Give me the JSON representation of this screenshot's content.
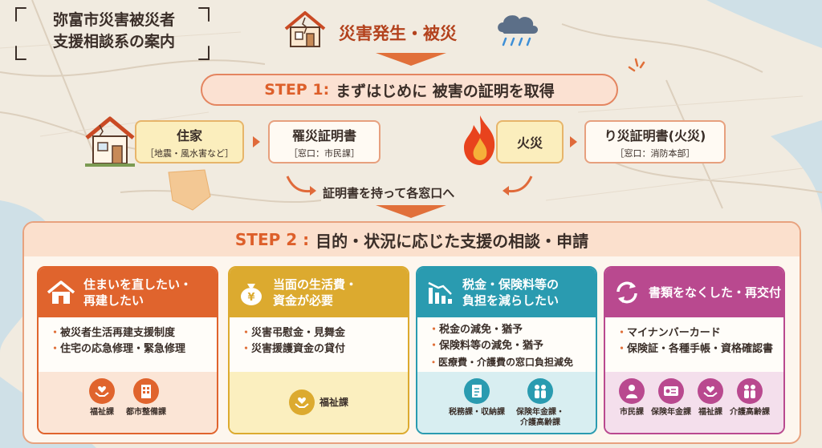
{
  "document_title": {
    "line1": "弥富市災害被災者",
    "line2": "支援相談系の案内"
  },
  "header": {
    "title": "災害発生・被災"
  },
  "step1": {
    "label": "STEP 1:",
    "text": "まずはじめに 被害の証明を取得",
    "house": {
      "label": "住家",
      "sub": "［地震・風水害など］"
    },
    "house_cert": {
      "label": "罹災証明書",
      "sub": "［窓口：市民課］"
    },
    "fire": {
      "label": "火災"
    },
    "fire_cert": {
      "label": "り災証明書(火災)",
      "sub": "［窓口：消防本部］"
    },
    "carry": "証明書を持って各窓口へ"
  },
  "step2": {
    "label": "STEP 2 :",
    "text": "目的・状況に応じた支援の相談・申請",
    "categories": [
      {
        "title_line1": "住まいを直したい・",
        "title_line2": "再建したい",
        "icon": "house-icon",
        "color": "#e0642d",
        "items": [
          "被災者生活再建支援制度",
          "住宅の応急修理・緊急修理"
        ],
        "depts": [
          "福祉課",
          "都市整備課"
        ]
      },
      {
        "title_line1": "当面の生活費・",
        "title_line2": "資金が必要",
        "icon": "money-bag-icon",
        "color": "#dcaa2f",
        "items": [
          "災害弔慰金・見舞金",
          "災害援護資金の貸付"
        ],
        "depts": [
          "福祉課"
        ]
      },
      {
        "title_line1": "税金・保険料等の",
        "title_line2": "負担を減らしたい",
        "icon": "chart-down-icon",
        "color": "#2a9bb0",
        "items": [
          "税金の減免・猶予",
          "保険料等の減免・猶予",
          "医療費・介護費の窓口負担減免"
        ],
        "depts": [
          "税務課・収納課",
          "保険年金課・\n介護高齢課"
        ]
      },
      {
        "title_line1": "書類をなくした・再交付",
        "title_line2": "",
        "icon": "refresh-icon",
        "color": "#b9498f",
        "items": [
          "マイナンバーカード",
          "保険証・各種手帳・資格確認書"
        ],
        "depts": [
          "市民課",
          "保険年金課",
          "福祉課",
          "介護高齢課"
        ]
      }
    ]
  },
  "colors": {
    "accent": "#dd5f2a",
    "fire": "#e8431d",
    "rain_cloud": "#5c6f88"
  }
}
